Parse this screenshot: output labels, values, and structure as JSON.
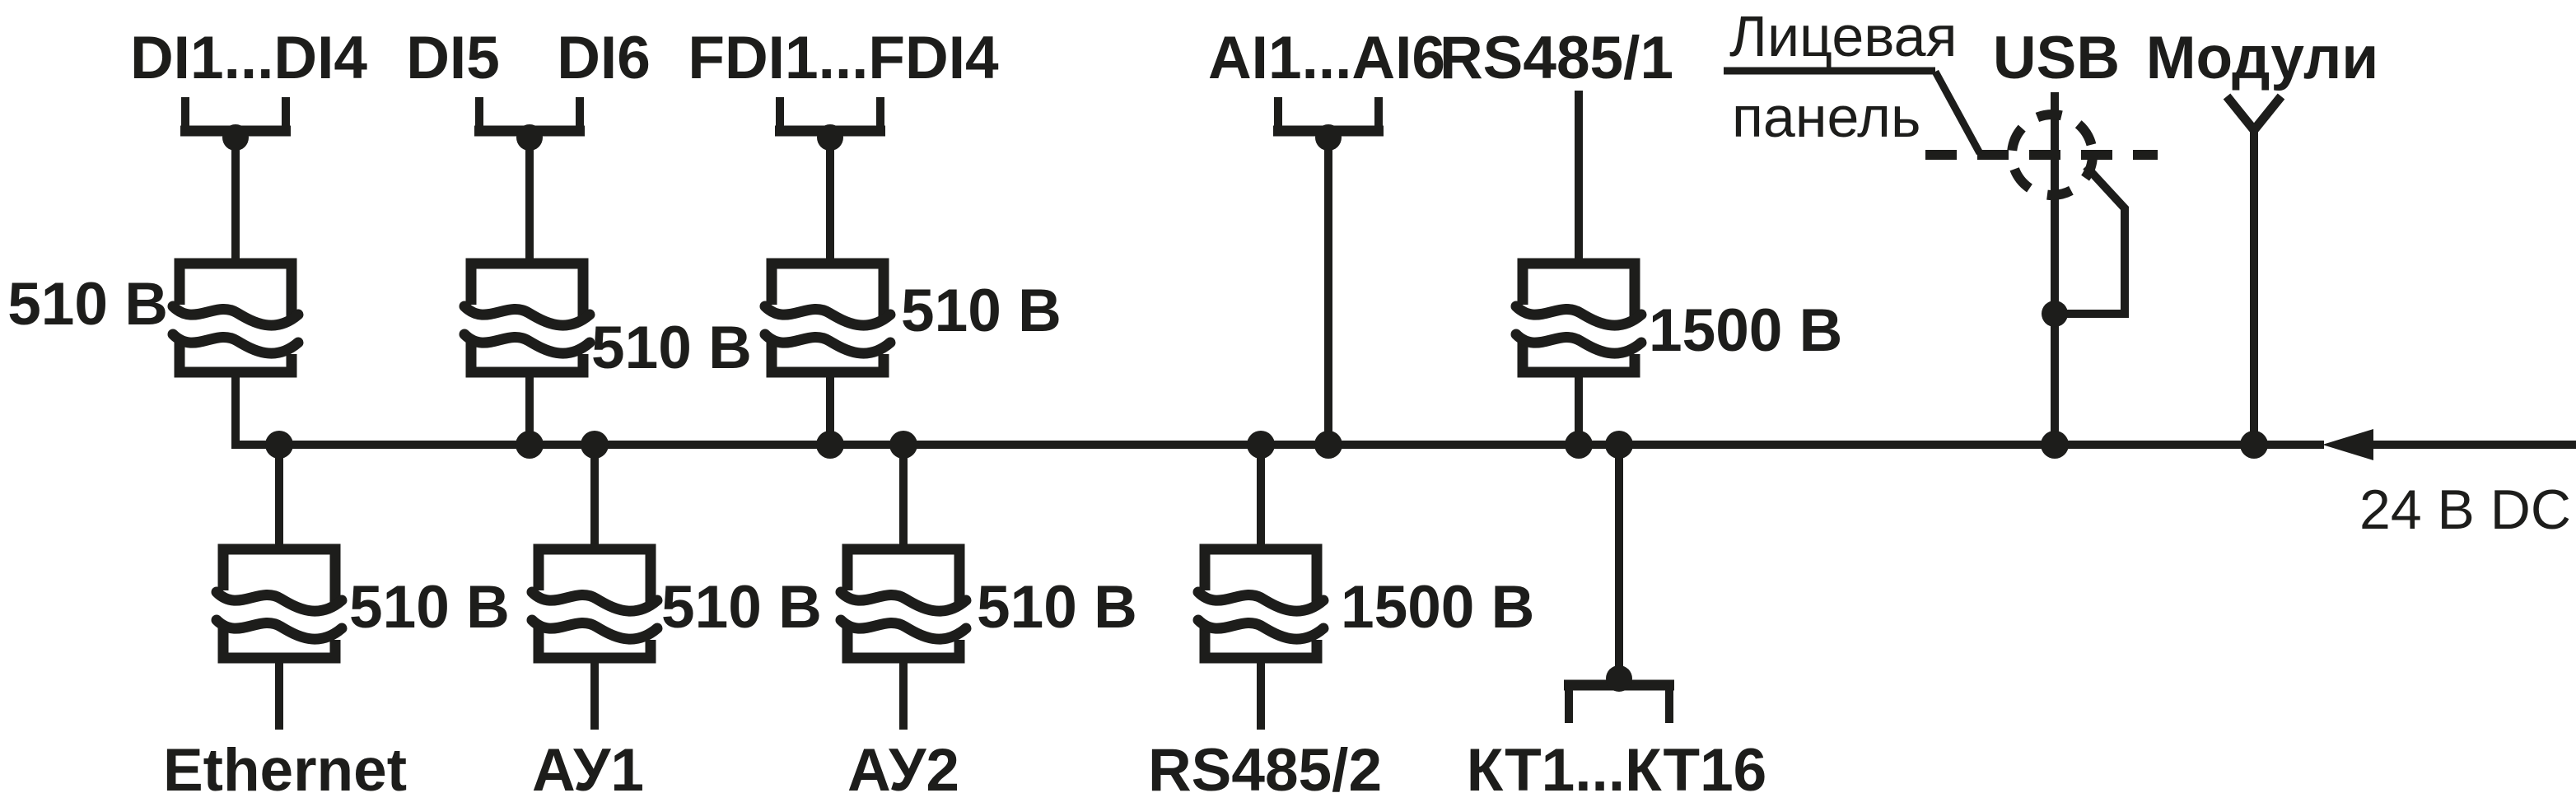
{
  "figure": {
    "type": "galvanic-isolation-schematic",
    "colors": {
      "line": "#1d1d1b",
      "background": "#ffffff"
    },
    "labels": {
      "di1_di4": "DI1...DI4",
      "di5": "DI5",
      "di6": "DI6",
      "fdi1_fdi4": "FDI1...FDI4",
      "ai1_ai6": "AI1...AI6",
      "rs485_1": "RS485/1",
      "front_panel_line1": "Лицевая",
      "front_panel_line2": "панель",
      "usb": "USB",
      "modules": "Модули",
      "power": "24 В DC",
      "ethernet": "Ethernet",
      "au1": "АУ1",
      "au2": "АУ2",
      "rs485_2": "RS485/2",
      "kt1_kt16": "КТ1...КТ16"
    },
    "isolation_voltages": {
      "di1_di4": "510 В",
      "di5_di6": "510 В",
      "fdi": "510 В",
      "rs485_1": "1500 В",
      "ethernet": "510 В",
      "au1": "510 В",
      "au2": "510 В",
      "rs485_2": "1500 В"
    },
    "icons": [
      "isolation-barrier-icon",
      "junction-dot-icon",
      "fork-bracket-icon",
      "antenna-fork-icon",
      "usb-connector-dashed-circle-icon",
      "left-arrow-icon"
    ]
  }
}
